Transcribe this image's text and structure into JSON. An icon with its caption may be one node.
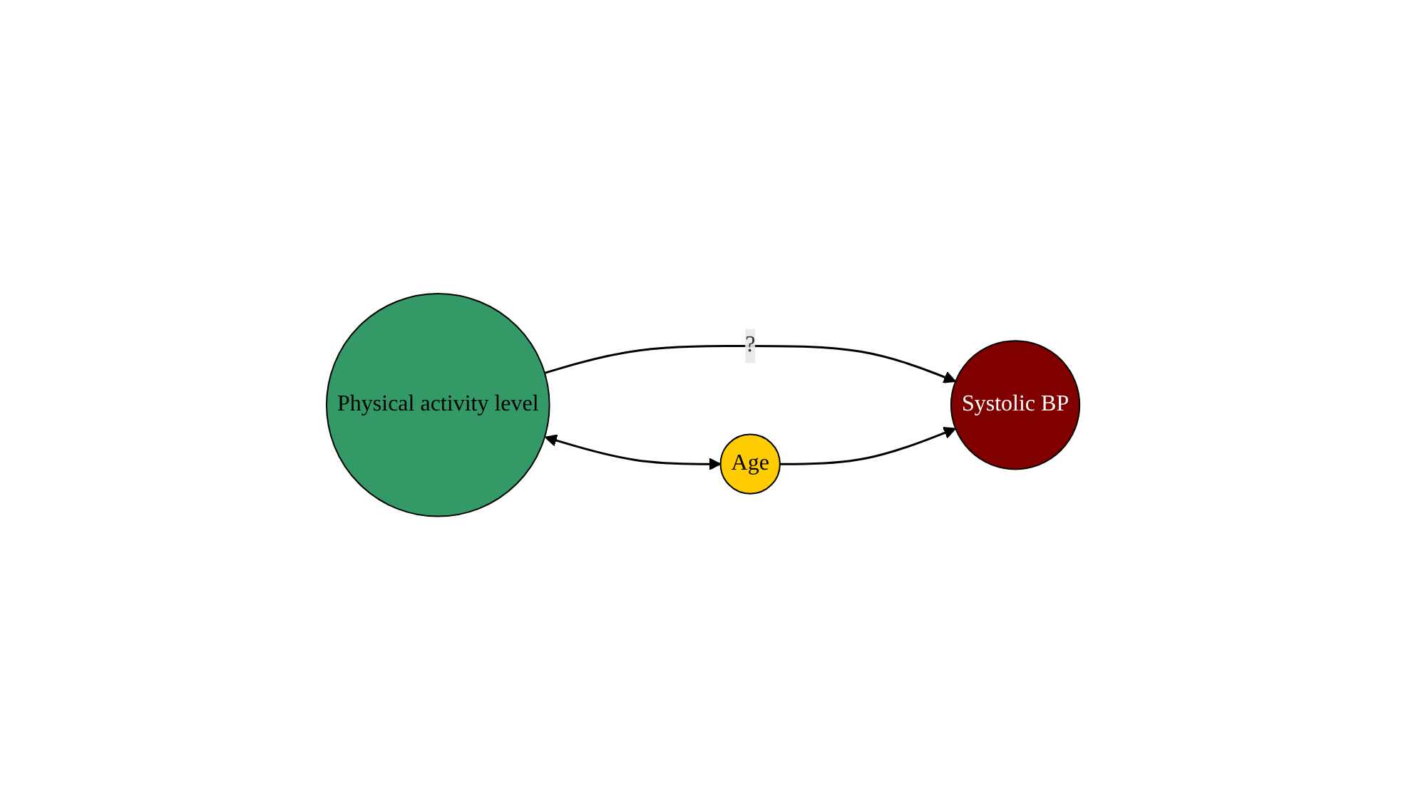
{
  "diagram": {
    "nodes": [
      {
        "text": [
          "Physical activity level"
        ]
      },
      {
        "text": [
          "Systolic BP"
        ]
      },
      {
        "text": [
          "Age"
        ]
      }
    ],
    "edges": [
      {
        "from": 0,
        "to": 1,
        "label": "?",
        "arrow": "to"
      },
      {
        "from": 0,
        "to": 2,
        "arrow": "both"
      },
      {
        "from": 2,
        "to": 1,
        "arrow": "to"
      }
    ]
  }
}
